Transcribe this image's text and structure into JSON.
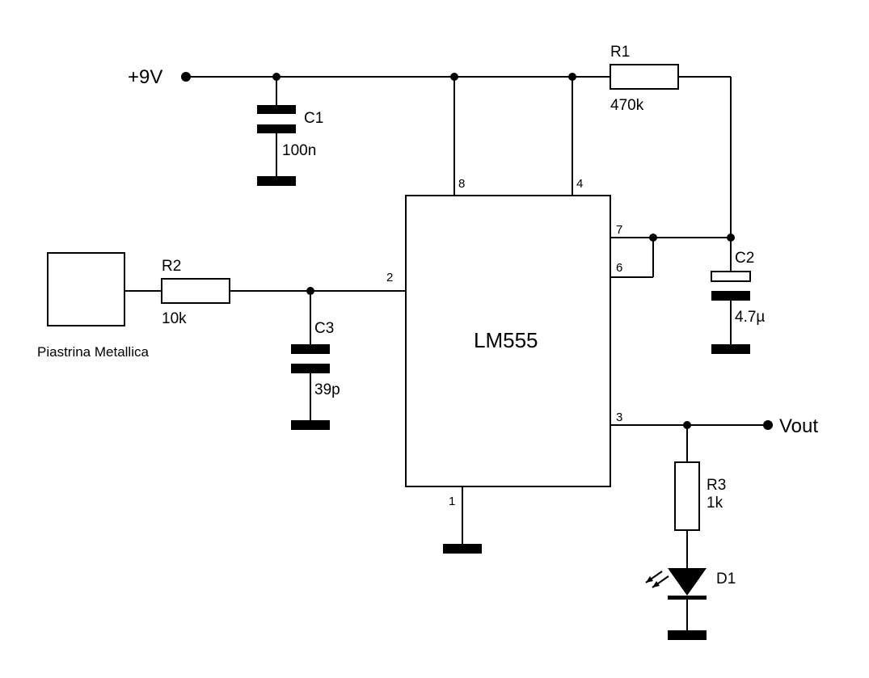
{
  "supply": {
    "label": "+9V"
  },
  "output": {
    "label": "Vout"
  },
  "ic": {
    "name": "LM555",
    "pins": {
      "p1": "1",
      "p2": "2",
      "p3": "3",
      "p4": "4",
      "p6": "6",
      "p7": "7",
      "p8": "8"
    }
  },
  "components": {
    "c1": {
      "ref": "C1",
      "value": "100n"
    },
    "c2": {
      "ref": "C2",
      "value": "4.7µ"
    },
    "c3": {
      "ref": "C3",
      "value": "39p"
    },
    "r1": {
      "ref": "R1",
      "value": "470k"
    },
    "r2": {
      "ref": "R2",
      "value": "10k"
    },
    "r3": {
      "ref": "R3",
      "value": "1k"
    },
    "d1": {
      "ref": "D1"
    },
    "plate": {
      "label": "Piastrina Metallica"
    }
  }
}
